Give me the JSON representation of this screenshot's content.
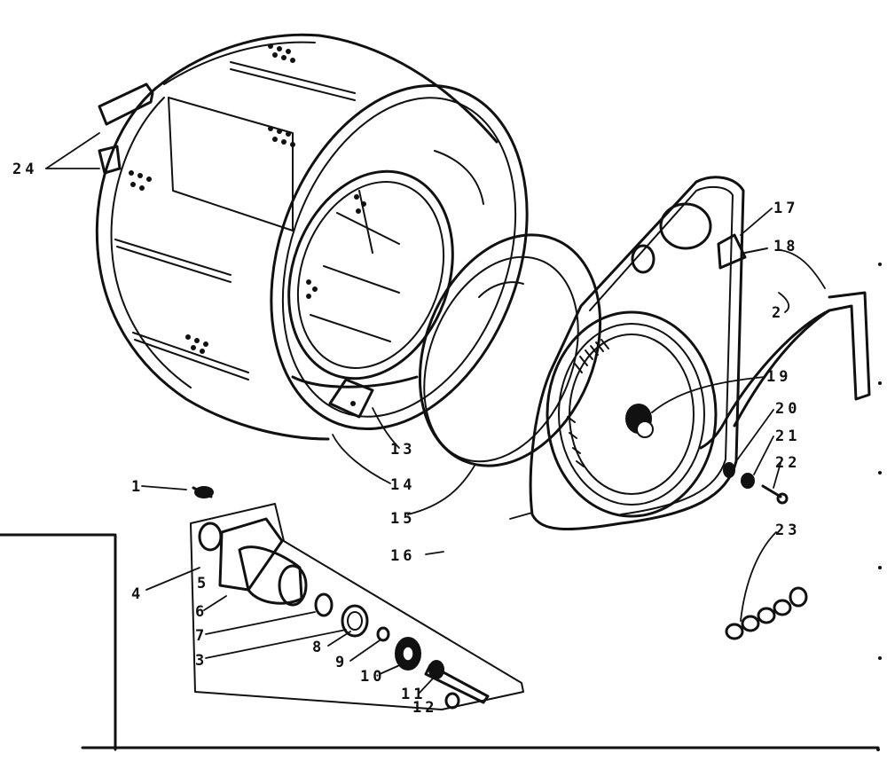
{
  "diagram": {
    "callouts": [
      {
        "id": "p1",
        "label": "1"
      },
      {
        "id": "p2",
        "label": "2"
      },
      {
        "id": "p4",
        "label": "4"
      },
      {
        "id": "p5",
        "label": "5"
      },
      {
        "id": "p6",
        "label": "6"
      },
      {
        "id": "p7",
        "label": "7"
      },
      {
        "id": "p8",
        "label": "8"
      },
      {
        "id": "p9",
        "label": "9"
      },
      {
        "id": "p10",
        "label": "10"
      },
      {
        "id": "p11",
        "label": "11"
      },
      {
        "id": "p12",
        "label": "12"
      },
      {
        "id": "p13",
        "label": "13"
      },
      {
        "id": "p14",
        "label": "14"
      },
      {
        "id": "p15",
        "label": "15"
      },
      {
        "id": "p16",
        "label": "16"
      },
      {
        "id": "p17",
        "label": "17"
      },
      {
        "id": "p18",
        "label": "18"
      },
      {
        "id": "p19",
        "label": "19"
      },
      {
        "id": "p20",
        "label": "20"
      },
      {
        "id": "p21",
        "label": "21"
      },
      {
        "id": "p22",
        "label": "22"
      },
      {
        "id": "p23",
        "label": "23"
      },
      {
        "id": "p24",
        "label": "24"
      },
      {
        "id": "p3",
        "label": "3"
      }
    ]
  }
}
